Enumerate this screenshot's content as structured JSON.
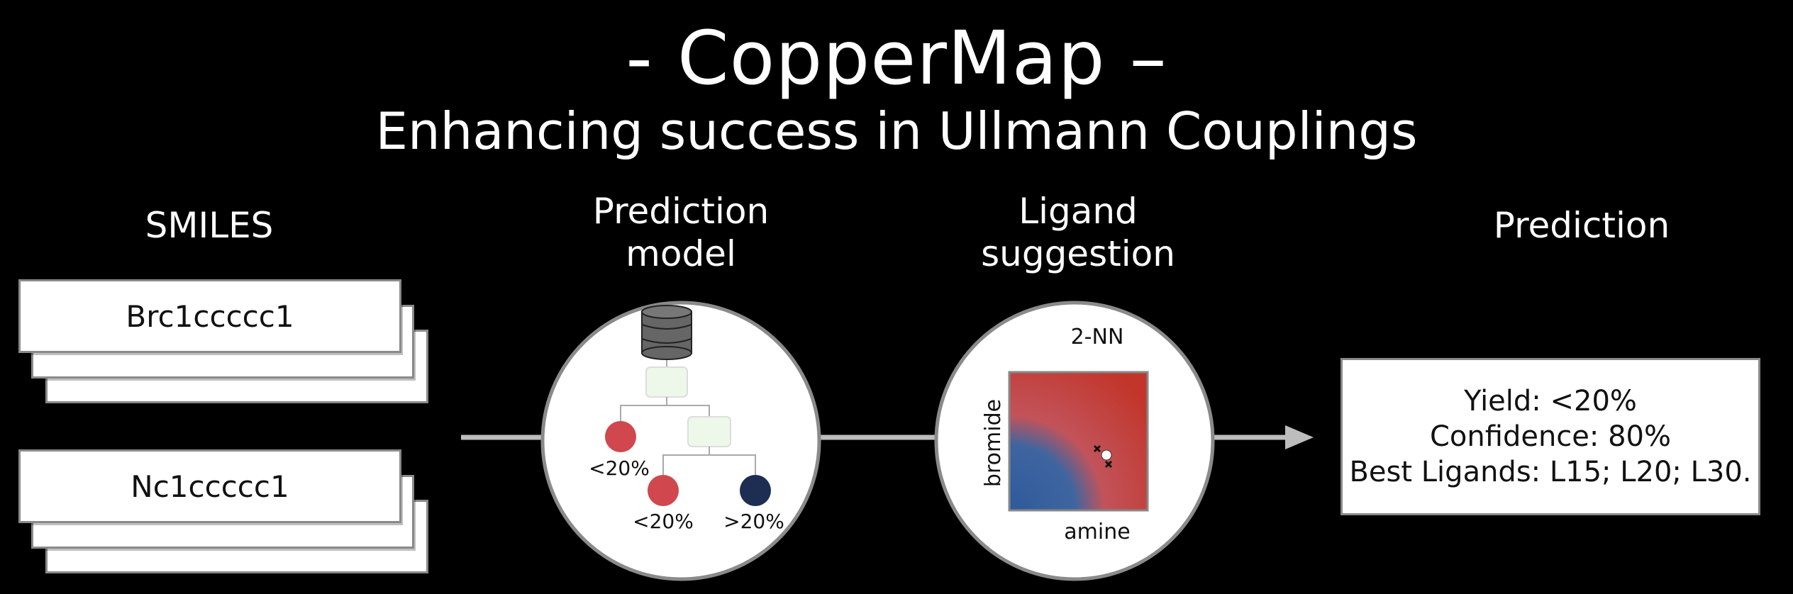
{
  "header": {
    "title": "- CopperMap –",
    "subtitle": "Enhancing success in Ullmann Couplings"
  },
  "columns": {
    "smiles": "SMILES",
    "model_line1": "Prediction",
    "model_line2": "model",
    "ligand_line1": "Ligand",
    "ligand_line2": "suggestion",
    "prediction": "Prediction"
  },
  "smiles": {
    "first": "Brc1ccccc1",
    "second": "Nc1ccccc1"
  },
  "tree": {
    "left_leaf": "<20%",
    "mid_leaf": "<20%",
    "right_leaf": ">20%",
    "colors": {
      "low": "#d0474e",
      "high": "#1e2d52",
      "node": "#eef8ea"
    }
  },
  "knn": {
    "label": "2-NN",
    "x_axis": "amine",
    "y_axis": "bromide",
    "colors": {
      "red": "#c2352a",
      "blue": "#2d5a9a"
    }
  },
  "result": {
    "yield": "Yield: <20%",
    "confidence": "Confidence: 80%",
    "ligands": "Best Ligands: L15; L20; L30."
  }
}
